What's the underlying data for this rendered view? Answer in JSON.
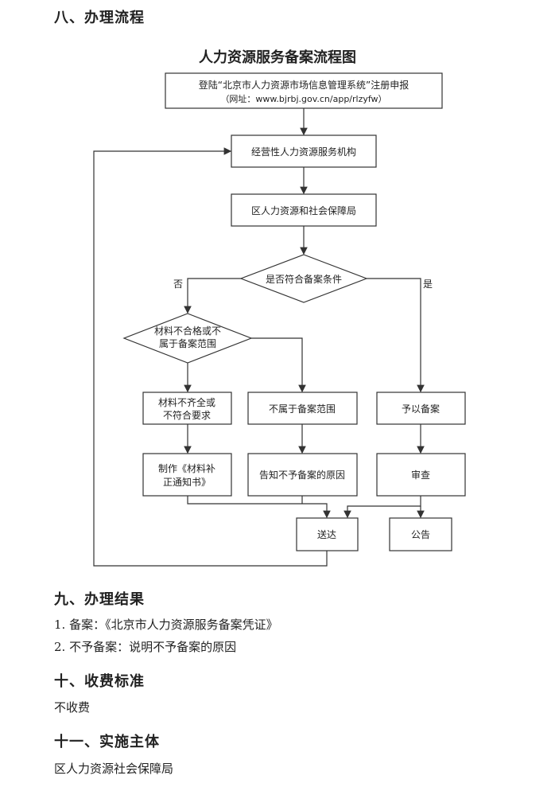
{
  "sections": {
    "s8": "八、办理流程",
    "s9": "九、办理结果",
    "s10": "十、收费标准",
    "s11": "十一、实施主体"
  },
  "flow": {
    "title": "人力资源服务备案流程图",
    "login_line1": "登陆“北京市人力资源市场信息管理系统”注册申报",
    "login_line2": "（网址：www.bjrbj.gov.cn/app/rlzyfw）",
    "agency": "经营性人力资源服务机构",
    "district_bureau": "区人力资源和社会保障局",
    "cond_main": "是否符合备案条件",
    "label_no": "否",
    "label_yes": "是",
    "cond_sub_line1": "材料不合格或不",
    "cond_sub_line2": "属于备案范围",
    "incomplete_line1": "材料不齐全或",
    "incomplete_line2": "不符合要求",
    "out_of_scope": "不属于备案范围",
    "grant": "予以备案",
    "notice_make_line1": "制作《材料补",
    "notice_make_line2": "正通知书》",
    "inform_reason": "告知不予备案的原因",
    "review": "审查",
    "deliver": "送达",
    "announce": "公告"
  },
  "results": {
    "item1": "1. 备案：《北京市人力资源服务备案凭证》",
    "item2": "2. 不予备案：说明不予备案的原因"
  },
  "fee": "不收费",
  "entity": "区人力资源社会保障局"
}
